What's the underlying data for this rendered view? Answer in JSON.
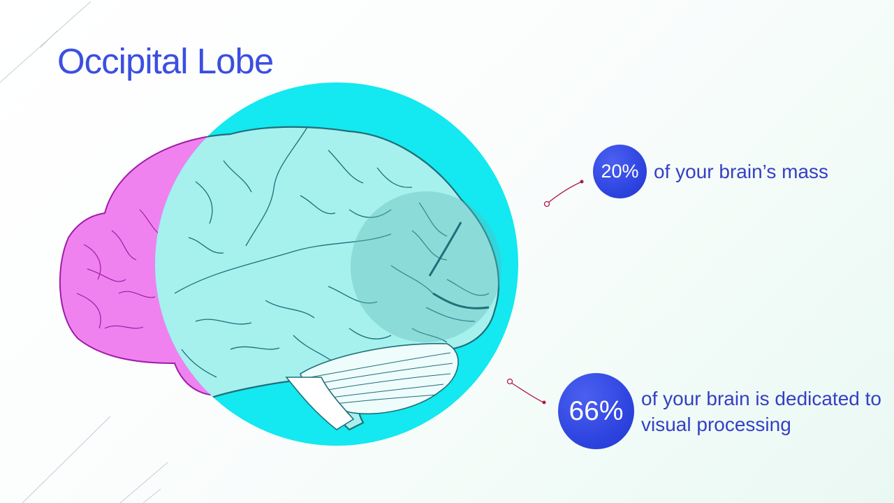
{
  "slide": {
    "title": "Occipital Lobe"
  },
  "stats": [
    {
      "value": "20%",
      "text": "of your brain’s mass"
    },
    {
      "value": "66%",
      "text": "of your brain is dedicated to visual processing"
    }
  ],
  "colors": {
    "title": "#3b4fe0",
    "badge": "#2f45e0",
    "text": "#3440c4",
    "highlight": "#14e8f0",
    "brain_outline": "#1f6f78",
    "brain_fill": "#a6f0ee",
    "frontal_magenta": "#ef82ef",
    "connector": "#b0174a"
  },
  "illustration": {
    "subject": "brain-side-view",
    "highlighted_region": "occipital-lobe"
  }
}
